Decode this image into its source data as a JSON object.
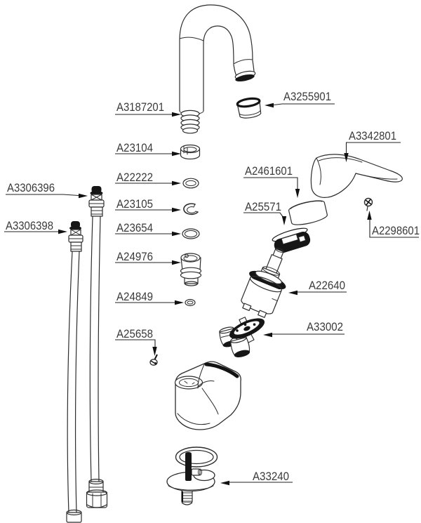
{
  "diagram": {
    "background": "#ffffff",
    "line_color": "#2d2d2d",
    "dark_fill": "#161616",
    "text_color": "#3a3a3a",
    "parts": [
      {
        "code": "A3187201"
      },
      {
        "code": "A3255901"
      },
      {
        "code": "A3342801"
      },
      {
        "code": "A23104"
      },
      {
        "code": "A22222"
      },
      {
        "code": "A2461601"
      },
      {
        "code": "A23105"
      },
      {
        "code": "A25571"
      },
      {
        "code": "A3306396"
      },
      {
        "code": "A2298601"
      },
      {
        "code": "A3306398"
      },
      {
        "code": "A23654"
      },
      {
        "code": "A24976"
      },
      {
        "code": "A22640"
      },
      {
        "code": "A24849"
      },
      {
        "code": "A33002"
      },
      {
        "code": "A25658"
      },
      {
        "code": "A33240"
      }
    ]
  }
}
